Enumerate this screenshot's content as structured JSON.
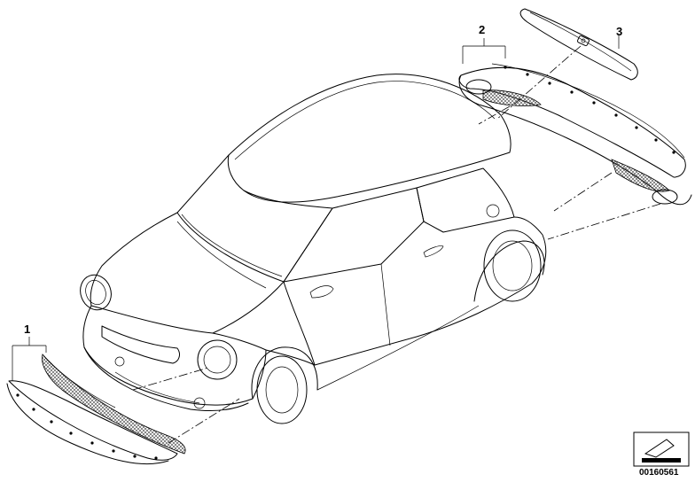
{
  "callouts": {
    "part_1": "1",
    "part_2": "2",
    "part_3": "3"
  },
  "diagram_id": "00160561"
}
